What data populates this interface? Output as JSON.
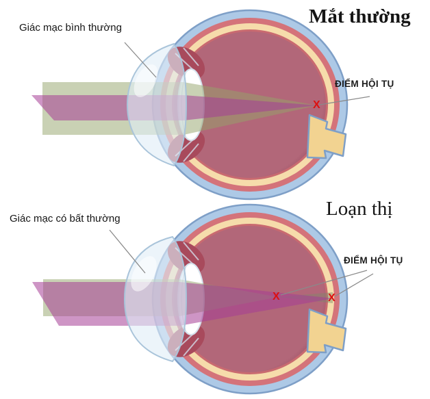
{
  "panels": {
    "normal": {
      "title": "Mắt thường",
      "cornea_label": "Giác mạc bình thường",
      "focal_point_label": "ĐIỂM HỘI TỤ",
      "focal_mark": "X"
    },
    "astigmatism": {
      "title": "Loạn thị",
      "cornea_label": "Giác mạc có bất thường",
      "focal_point_label": "ĐIỂM HỘI TỤ",
      "focal_mark_near": "X",
      "focal_mark_retina": "X"
    }
  },
  "colors": {
    "sclera_blue": "#adc9e6",
    "sclera_outline": "#7e9fc7",
    "choroid_salmon": "#d4737a",
    "choroid_inner": "#c96a70",
    "retina_cream": "#f6dcab",
    "vitreous_light": "#b26779",
    "vitreous_dark": "#8a3b52",
    "optic_nerve_tan": "#f2d391",
    "ciliary_red": "#a84a5c",
    "beam_green": "#93a369",
    "beam_magenta": "#a53e96",
    "focal_mark_red": "#dd1010"
  }
}
